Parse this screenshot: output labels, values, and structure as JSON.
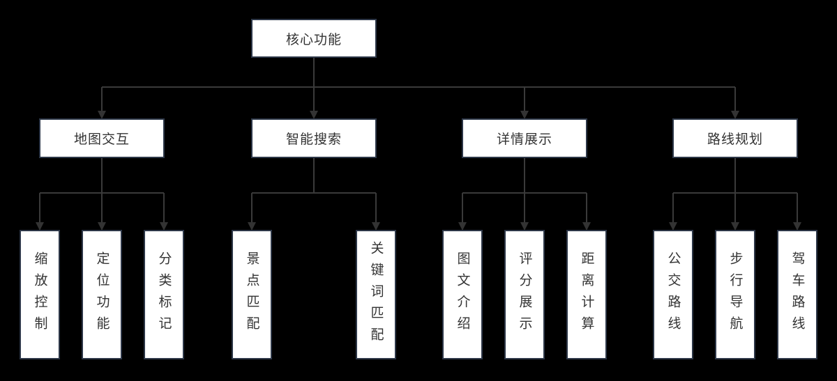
{
  "diagram": {
    "type": "flowchart-tree",
    "root": {
      "label": "核心功能"
    },
    "branches": [
      {
        "label": "地图交互",
        "children": [
          {
            "label": "缩放控制"
          },
          {
            "label": "定位功能"
          },
          {
            "label": "分类标记"
          }
        ]
      },
      {
        "label": "智能搜索",
        "children": [
          {
            "label": "景点匹配"
          },
          {
            "label": "关键词匹配"
          }
        ]
      },
      {
        "label": "详情展示",
        "children": [
          {
            "label": "图文介绍"
          },
          {
            "label": "评分展示"
          },
          {
            "label": "距离计算"
          }
        ]
      },
      {
        "label": "路线规划",
        "children": [
          {
            "label": "公交路线"
          },
          {
            "label": "步行导航"
          },
          {
            "label": "驾车路线"
          }
        ]
      }
    ],
    "colors": {
      "background": "#000000",
      "node_fill": "#ffffff",
      "node_border": "#2d3748",
      "connector": "#3a3a3a",
      "arrowhead": "#333333",
      "text": "#333333"
    }
  }
}
